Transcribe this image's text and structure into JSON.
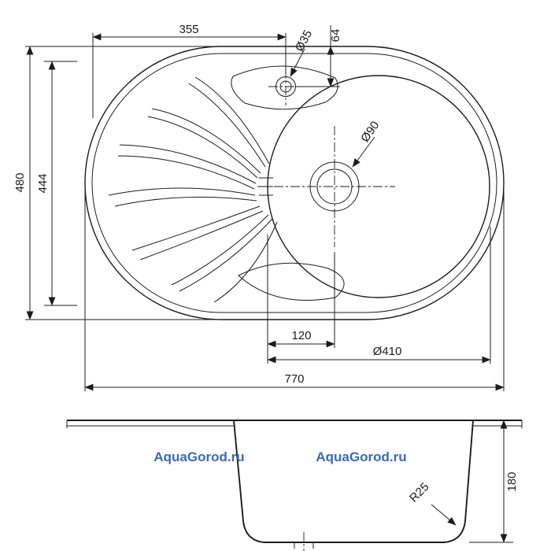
{
  "drawing": {
    "kind": "kitchen-sink-technical-drawing",
    "colors": {
      "line": "#1c1c1c",
      "background": "#ffffff",
      "watermark": "#3a6ab5"
    },
    "labels": {
      "top_width": "355",
      "hole_dia": "Ø35",
      "hole_offset": "64",
      "overall_depth": "480",
      "inner_depth": "444",
      "drain_offset": "120",
      "bowl_dia": "Ø410",
      "overall_width": "770",
      "drain_dia": "Ø90",
      "bowl_depth": "180",
      "corner_radius": "R25"
    },
    "watermark": {
      "text": "AquaGorod.ru"
    }
  }
}
